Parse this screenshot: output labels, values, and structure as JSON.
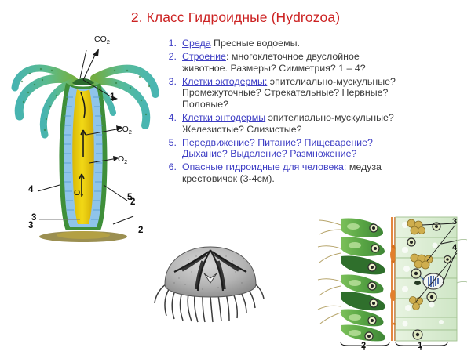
{
  "title": "2. Класс Гидроидные (Hydrozoa)",
  "list": [
    {
      "num": "1.",
      "keyword": "Среда",
      "rest": " Пресные водоемы.",
      "line2": "",
      "keyword_color": "#3d3dc4",
      "rest_color": "#3a3a3a"
    },
    {
      "num": "2.",
      "keyword": "Строение",
      "rest": ": многоклеточное двуслойное",
      "line2": "животное. Размеры? Симметрия?    1 – 4?",
      "keyword_color": "#3d3dc4",
      "rest_color": "#3a3a3a"
    },
    {
      "num": "3.",
      "keyword": "Клетки эктодермы:",
      "rest": " эпителиально-мускульные?",
      "line2": "Промежуточные? Стрекательные? Нервные?",
      "line3": "Половые?",
      "keyword_color": "#3d3dc4",
      "rest_color": "#3a3a3a"
    },
    {
      "num": "4.",
      "keyword": "Клетки энтодермы",
      "rest": "  эпителиально-мускульные?",
      "line2": "Железистые? Слизистые?",
      "keyword_color": "#3d3dc4",
      "rest_color": "#3a3a3a"
    },
    {
      "num": "5.",
      "keyword": "",
      "rest": "Передвижение? Питание? Пищеварение?",
      "line2": "Дыхание? Выделение? Размножение?",
      "keyword_color": "#3d3dc4",
      "rest_color": "#3d3dc4"
    },
    {
      "num": "6.",
      "keyword": "Опасные гидроидные для человека:",
      "rest": " медуза",
      "line2": "крестовичок (3-4см).",
      "keyword_color": "#3d3dc4",
      "rest_color": "#3a3a3a",
      "keyword_underline": false
    }
  ],
  "hydra": {
    "caption_labels": [
      {
        "id": "co2-top",
        "text": "CO",
        "sub": "2"
      },
      {
        "id": "co2-mid",
        "text": "CO",
        "sub": "2"
      },
      {
        "id": "o2-right",
        "text": "O",
        "sub": "2"
      },
      {
        "id": "o2-inner",
        "text": "O",
        "sub": "2"
      }
    ],
    "number_labels": [
      "1",
      "2",
      "3",
      "4",
      "5"
    ],
    "colors": {
      "tentacle_teal": "#4fb9ae",
      "tentacle_green": "#6fae3e",
      "ectoderm_blue": "#8fc4ea",
      "endoderm_yellow": "#e8c90d",
      "outer_green": "#3f8f3a",
      "substrate": "#8a7b33"
    }
  },
  "jellyfish": {
    "name": "медуза крестовичок",
    "style": "grayscale engraving"
  },
  "tissue": {
    "labels": [
      "1",
      "2",
      "3",
      "4"
    ],
    "bracket_left_label": "2",
    "bracket_right_label": "1",
    "colors": {
      "endoderm_green": "#58a council",
      "ectoderm_light": "#d5e8cf"
    }
  }
}
